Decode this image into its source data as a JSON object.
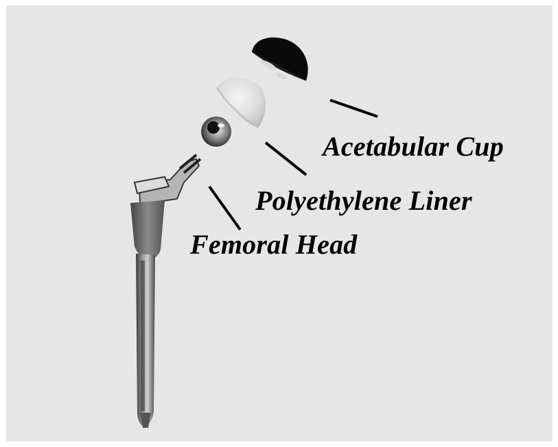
{
  "labels": {
    "acetabular_cup": "Acetabular Cup",
    "polyethylene_liner": "Polyethylene Liner",
    "femoral_head": "Femoral Head"
  },
  "colors": {
    "background": "#e6e6e6",
    "cup": "#0a0a0a",
    "liner": "#d9d9d9",
    "stem_collar": "#6e6e6e",
    "text": "#000000"
  }
}
